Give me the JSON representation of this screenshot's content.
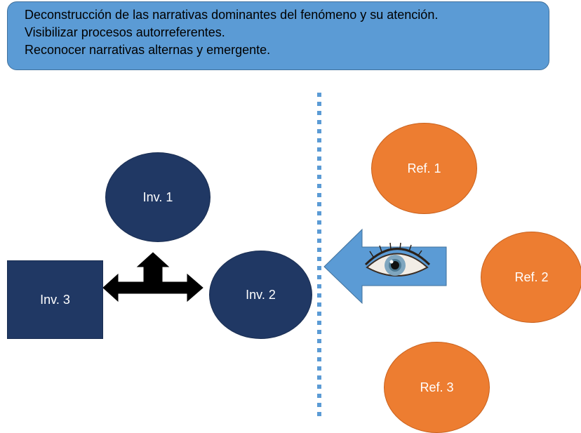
{
  "banner": {
    "lines": [
      "Deconstrucción de las narrativas dominantes del fenómeno y su atención.",
      "Visibilizar procesos autorreferentes.",
      "Reconocer narrativas alternas y emergente."
    ]
  },
  "left_nodes": {
    "inv1": "Inv. 1",
    "inv2": "Inv. 2",
    "inv3": "Inv. 3"
  },
  "right_nodes": {
    "ref1": "Ref. 1",
    "ref2": "Ref. 2",
    "ref3": "Ref. 3"
  },
  "icons": {
    "eye": "eye-icon",
    "observation_arrow": "left-arrow-icon",
    "connector_arrows": "three-way-arrow-icon"
  },
  "colors": {
    "banner": "#5b9bd5",
    "investigator_nodes": "#203864",
    "reference_nodes": "#ed7d31",
    "arrow": "#5b9bd5",
    "divider": "#5b9bd5",
    "connector": "#000000"
  }
}
